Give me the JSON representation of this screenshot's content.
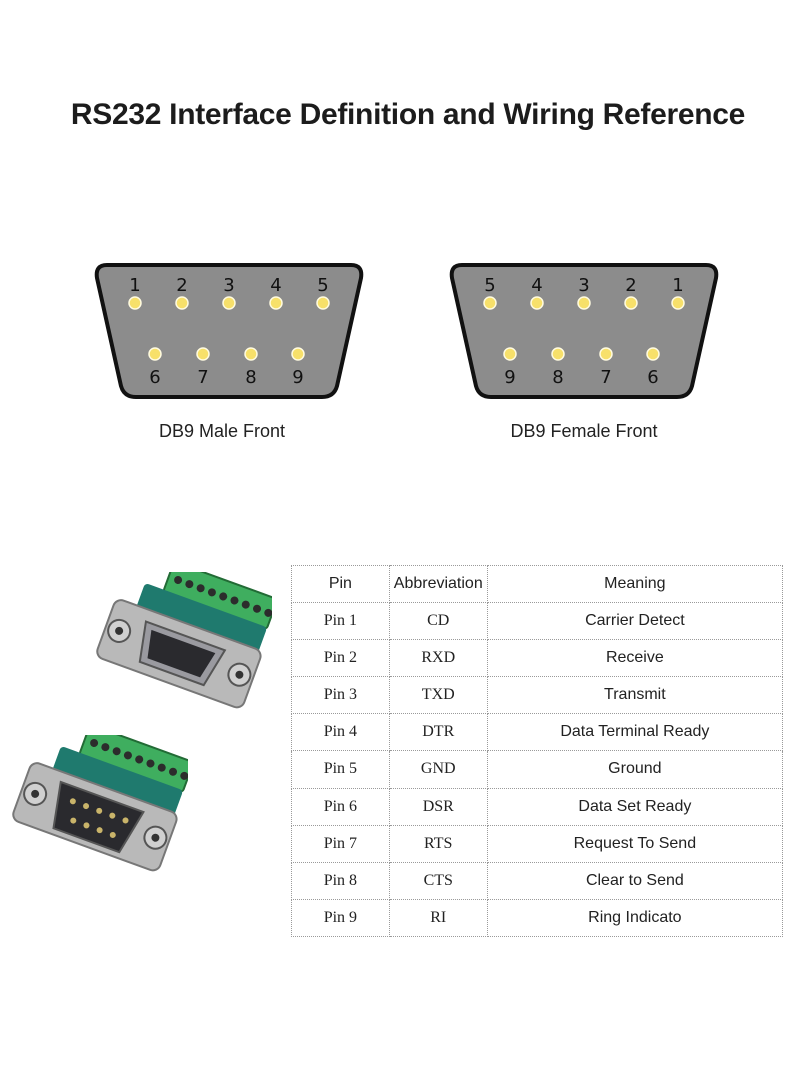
{
  "title": "RS232 Interface Definition and Wiring Reference",
  "male": {
    "caption": "DB9 Male Front",
    "top_row": [
      "1",
      "2",
      "3",
      "4",
      "5"
    ],
    "bottom_row": [
      "6",
      "7",
      "8",
      "9"
    ]
  },
  "female": {
    "caption": "DB9 Female Front",
    "top_row": [
      "5",
      "4",
      "3",
      "2",
      "1"
    ],
    "bottom_row": [
      "9",
      "8",
      "7",
      "6"
    ]
  },
  "colors": {
    "connector_body": "#8c8c8c",
    "connector_border": "#111111",
    "pin": "#f7e06a",
    "board": "#1f7a6e",
    "terminal": "#3fae5f"
  },
  "table": {
    "headers": [
      "Pin",
      "Abbreviation",
      "Meaning"
    ],
    "rows": [
      [
        "Pin 1",
        "CD",
        "Carrier Detect"
      ],
      [
        "Pin 2",
        "RXD",
        "Receive"
      ],
      [
        "Pin 3",
        "TXD",
        "Transmit"
      ],
      [
        "Pin 4",
        "DTR",
        "Data Terminal Ready"
      ],
      [
        "Pin 5",
        "GND",
        "Ground"
      ],
      [
        "Pin 6",
        "DSR",
        "Data Set Ready"
      ],
      [
        "Pin 7",
        "RTS",
        "Request To Send"
      ],
      [
        "Pin 8",
        "CTS",
        "Clear to Send"
      ],
      [
        "Pin 9",
        "RI",
        "Ring Indicato"
      ]
    ]
  }
}
